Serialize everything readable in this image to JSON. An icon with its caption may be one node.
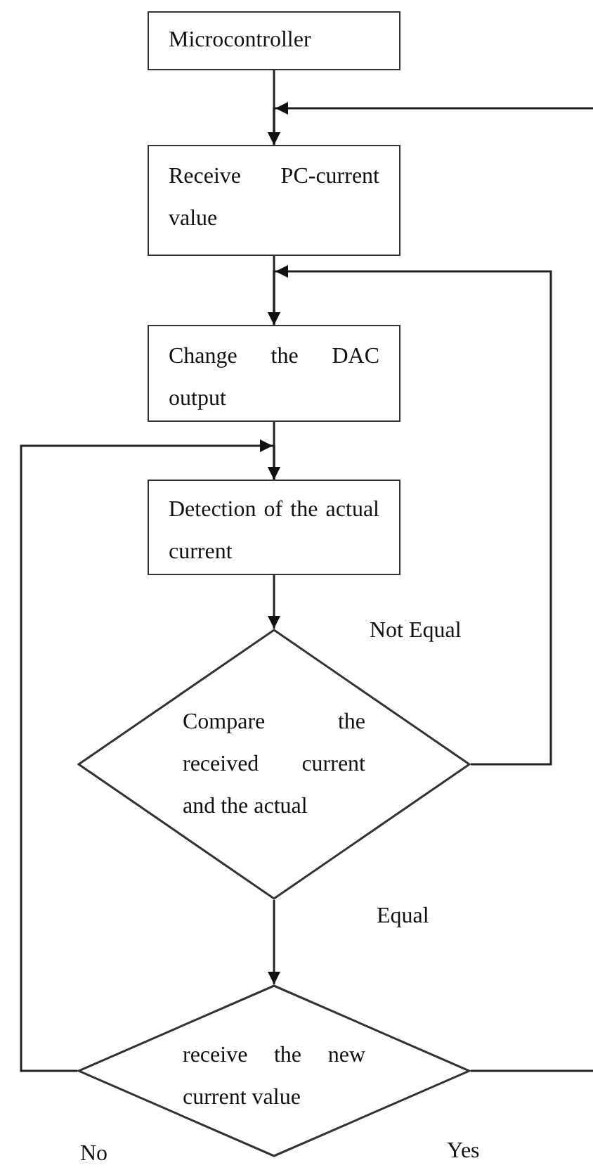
{
  "diagram": {
    "nodes": [
      {
        "text": [
          "Microcontroller"
        ]
      },
      {
        "text": [
          "Receive PC-current value"
        ]
      },
      {
        "text": [
          "Change the DAC output"
        ]
      },
      {
        "text": [
          "Detection of the actual current"
        ]
      },
      {
        "text": [
          "Compare the received current and the actual"
        ]
      },
      {
        "text": [
          "receive the new current value"
        ]
      }
    ],
    "edges": [
      {
        "from": 0,
        "to": 1,
        "arrow": "to"
      },
      {
        "from": null,
        "to": 1,
        "arrow": "to"
      },
      {
        "from": 1,
        "to": 2,
        "arrow": "to"
      },
      {
        "from": 4,
        "to": 2,
        "arrow": "to",
        "label": "Not Equal"
      },
      {
        "from": 2,
        "to": 3,
        "arrow": "to"
      },
      {
        "from": 5,
        "to": 3,
        "arrow": "to",
        "label": "No"
      },
      {
        "from": 3,
        "to": 4,
        "arrow": "to"
      },
      {
        "from": 4,
        "to": 5,
        "arrow": "to",
        "label": "Equal"
      },
      {
        "from": 5,
        "to": null,
        "arrow": "none",
        "label": "Yes"
      }
    ]
  }
}
